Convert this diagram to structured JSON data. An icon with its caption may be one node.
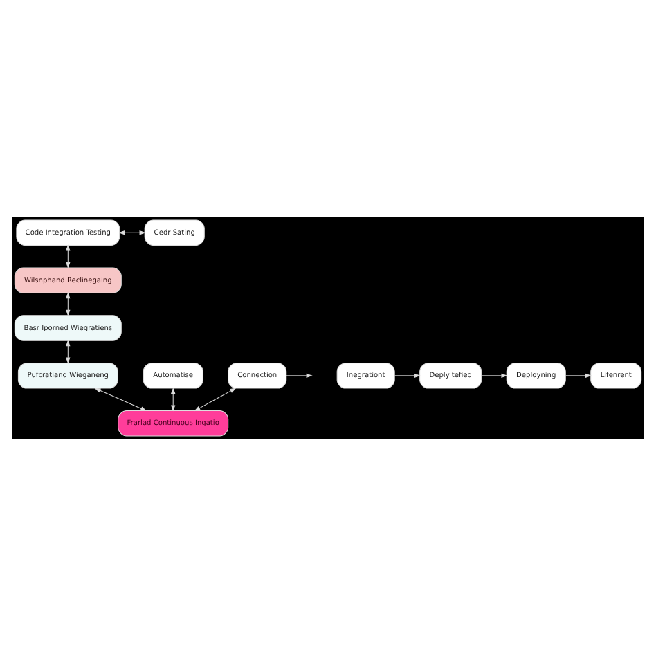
{
  "diagram": {
    "nodes": [
      {
        "text": [
          "Code Integration Testing"
        ]
      },
      {
        "text": [
          "Cedr Sating"
        ]
      },
      {
        "text": [
          "Wilsnphand Reclinegaing"
        ]
      },
      {
        "text": [
          "Basr Iporned Wiegratiens"
        ]
      },
      {
        "text": [
          "Pufcratiand Wieganeng"
        ]
      },
      {
        "text": [
          "Automatise"
        ]
      },
      {
        "text": [
          "Frarlad Continuous Ingatio"
        ]
      },
      {
        "text": [
          "Connection"
        ]
      },
      {
        "text": [
          "Inegrationt"
        ]
      },
      {
        "text": [
          "Deply tefied"
        ]
      },
      {
        "text": [
          "Deployning"
        ]
      },
      {
        "text": [
          "Lifenrent"
        ]
      }
    ],
    "edges": [
      {
        "from": 0,
        "to": 1,
        "arrow": "both"
      },
      {
        "from": 0,
        "to": 2,
        "arrow": "both"
      },
      {
        "from": 2,
        "to": 3,
        "arrow": "both"
      },
      {
        "from": 3,
        "to": 4,
        "arrow": "both"
      },
      {
        "from": 6,
        "to": 4,
        "arrow": "both"
      },
      {
        "from": 5,
        "to": 6,
        "arrow": "both"
      },
      {
        "from": 7,
        "to": 6,
        "arrow": "both"
      },
      {
        "from": 7,
        "to": null,
        "arrow": "to"
      },
      {
        "from": 8,
        "to": 9,
        "arrow": "to"
      },
      {
        "from": 9,
        "to": 10,
        "arrow": "to"
      },
      {
        "from": 10,
        "to": 11,
        "arrow": "to"
      }
    ]
  }
}
